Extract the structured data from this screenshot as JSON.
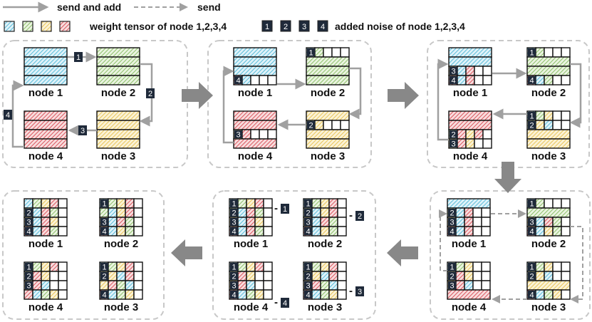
{
  "legend": {
    "send_and_add": "send and add",
    "send": "send",
    "weight_tensor": "weight tensor of node 1,2,3,4",
    "added_noise": "added noise of node 1,2,3,4",
    "noise_digits": [
      "1",
      "2",
      "3",
      "4"
    ]
  },
  "colors": {
    "node1": "#5bbcd9",
    "node2": "#8dbf6b",
    "node3": "#e8c55a",
    "node4": "#d9565e",
    "noise_box": "#1f2a3a",
    "solid_arrow": "#a0a0a0",
    "dashed_arrow": "#a0a0a0",
    "panel_border": "#c8c8c8"
  },
  "node_labels": [
    "node 1",
    "node 2",
    "node 3",
    "node 4"
  ],
  "panel_notes": {
    "p5_minus": [
      "- 1",
      "- 2",
      "- 4",
      "- 3"
    ]
  }
}
